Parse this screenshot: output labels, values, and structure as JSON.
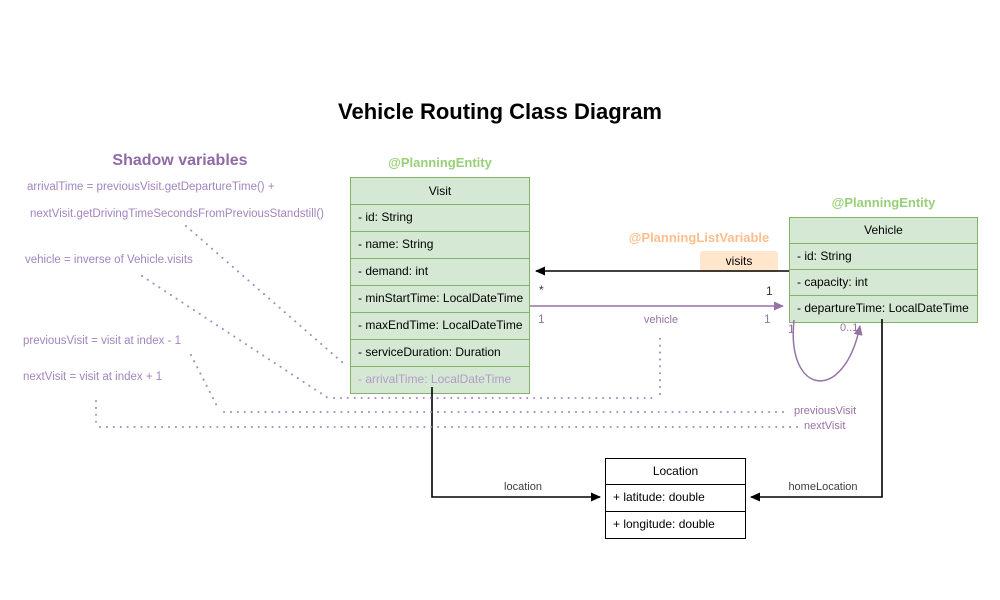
{
  "title": "Vehicle Routing Class Diagram",
  "colors": {
    "green_fill": "#d5e8d4",
    "green_stroke": "#82b366",
    "green_annotation": "#97d077",
    "orange_annotation": "#ffbe8c",
    "orange_fill": "#ffe6cc",
    "purple_accent": "#9673a6",
    "purple_text": "#a285bd",
    "purple_shadow_field": "#b39bc8"
  },
  "shadow_panel": {
    "heading": "Shadow variables",
    "formulas": [
      "arrivalTime = previousVisit.getDepartureTime() +",
      "nextVisit.getDrivingTimeSecondsFromPreviousStandstill()",
      "vehicle = inverse of Vehicle.visits",
      "previousVisit = visit at index - 1",
      "nextVisit = visit at index + 1"
    ]
  },
  "visit": {
    "annotation": "@PlanningEntity",
    "name": "Visit",
    "fields": [
      "- id: String",
      "- name: String",
      "- demand: int",
      "- minStartTime: LocalDateTime",
      "- maxEndTime: LocalDateTime",
      "- serviceDuration: Duration",
      "- arrivalTime: LocalDateTime"
    ]
  },
  "vehicle": {
    "annotation": "@PlanningEntity",
    "name": "Vehicle",
    "fields": [
      "- id: String",
      "- capacity: int",
      "- departureTime: LocalDateTime"
    ]
  },
  "location": {
    "name": "Location",
    "fields": [
      "+ latitude: double",
      "+ longitude: double"
    ]
  },
  "associations": {
    "visits": {
      "annotation": "@PlanningListVariable",
      "label": "visits",
      "target_multiplicity": "*",
      "source_multiplicity": "1"
    },
    "vehicle": {
      "label": "vehicle",
      "source_multiplicity": "1",
      "target_multiplicity": "1"
    },
    "location": {
      "label": "location"
    },
    "home_location": {
      "label": "homeLocation"
    },
    "visit_chain_loop": {
      "source_multiplicity": "1",
      "target_multiplicity": "0..1",
      "previous_label": "previousVisit",
      "next_label": "nextVisit"
    }
  }
}
